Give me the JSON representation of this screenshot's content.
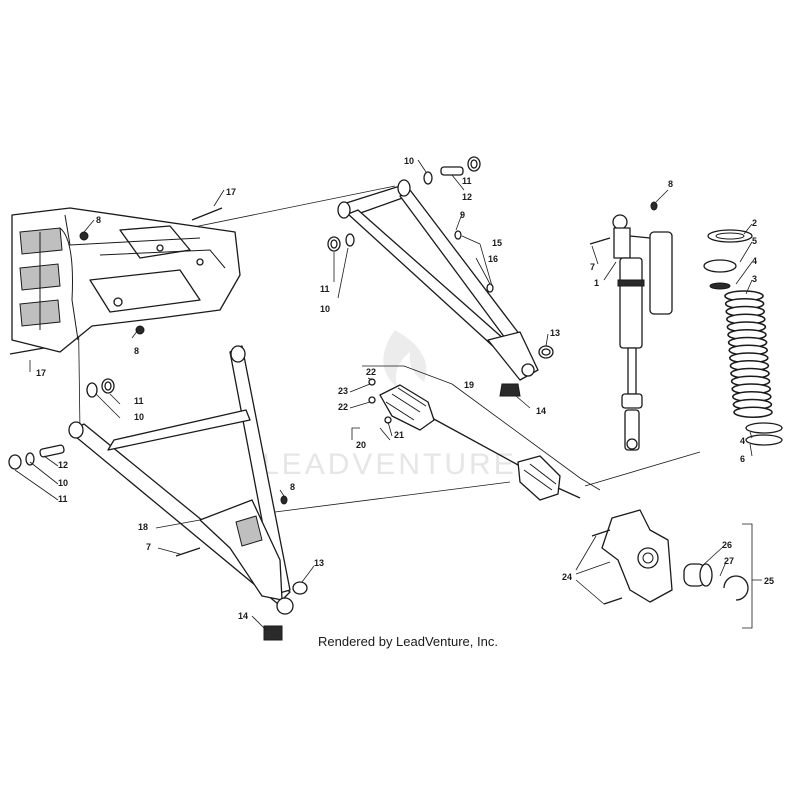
{
  "watermark": "LEADVENTURE",
  "credit": "Rendered by LeadVenture, Inc.",
  "callouts": [
    {
      "id": "c17a",
      "label": "17"
    },
    {
      "id": "c8a",
      "label": "8"
    },
    {
      "id": "c8b",
      "label": "8"
    },
    {
      "id": "c17b",
      "label": "17"
    },
    {
      "id": "c10a",
      "label": "10"
    },
    {
      "id": "c11a",
      "label": "11"
    },
    {
      "id": "c12a",
      "label": "12"
    },
    {
      "id": "c9",
      "label": "9"
    },
    {
      "id": "c15",
      "label": "15"
    },
    {
      "id": "c16",
      "label": "16"
    },
    {
      "id": "c11b",
      "label": "11"
    },
    {
      "id": "c10b",
      "label": "10"
    },
    {
      "id": "c13a",
      "label": "13"
    },
    {
      "id": "c14a",
      "label": "14"
    },
    {
      "id": "c8c",
      "label": "8"
    },
    {
      "id": "c7a",
      "label": "7"
    },
    {
      "id": "c1",
      "label": "1"
    },
    {
      "id": "c2",
      "label": "2"
    },
    {
      "id": "c5",
      "label": "5"
    },
    {
      "id": "c4a",
      "label": "4"
    },
    {
      "id": "c3",
      "label": "3"
    },
    {
      "id": "c4b",
      "label": "4"
    },
    {
      "id": "c6",
      "label": "6"
    },
    {
      "id": "c22a",
      "label": "22"
    },
    {
      "id": "c23",
      "label": "23"
    },
    {
      "id": "c22b",
      "label": "22"
    },
    {
      "id": "c19",
      "label": "19"
    },
    {
      "id": "c21",
      "label": "21"
    },
    {
      "id": "c20",
      "label": "20"
    },
    {
      "id": "c11c",
      "label": "11"
    },
    {
      "id": "c10c",
      "label": "10"
    },
    {
      "id": "c12b",
      "label": "12"
    },
    {
      "id": "c10d",
      "label": "10"
    },
    {
      "id": "c11d",
      "label": "11"
    },
    {
      "id": "c8d",
      "label": "8"
    },
    {
      "id": "c18",
      "label": "18"
    },
    {
      "id": "c7b",
      "label": "7"
    },
    {
      "id": "c13b",
      "label": "13"
    },
    {
      "id": "c14b",
      "label": "14"
    },
    {
      "id": "c24",
      "label": "24"
    },
    {
      "id": "c26",
      "label": "26"
    },
    {
      "id": "c27",
      "label": "27"
    },
    {
      "id": "c25",
      "label": "25"
    }
  ]
}
